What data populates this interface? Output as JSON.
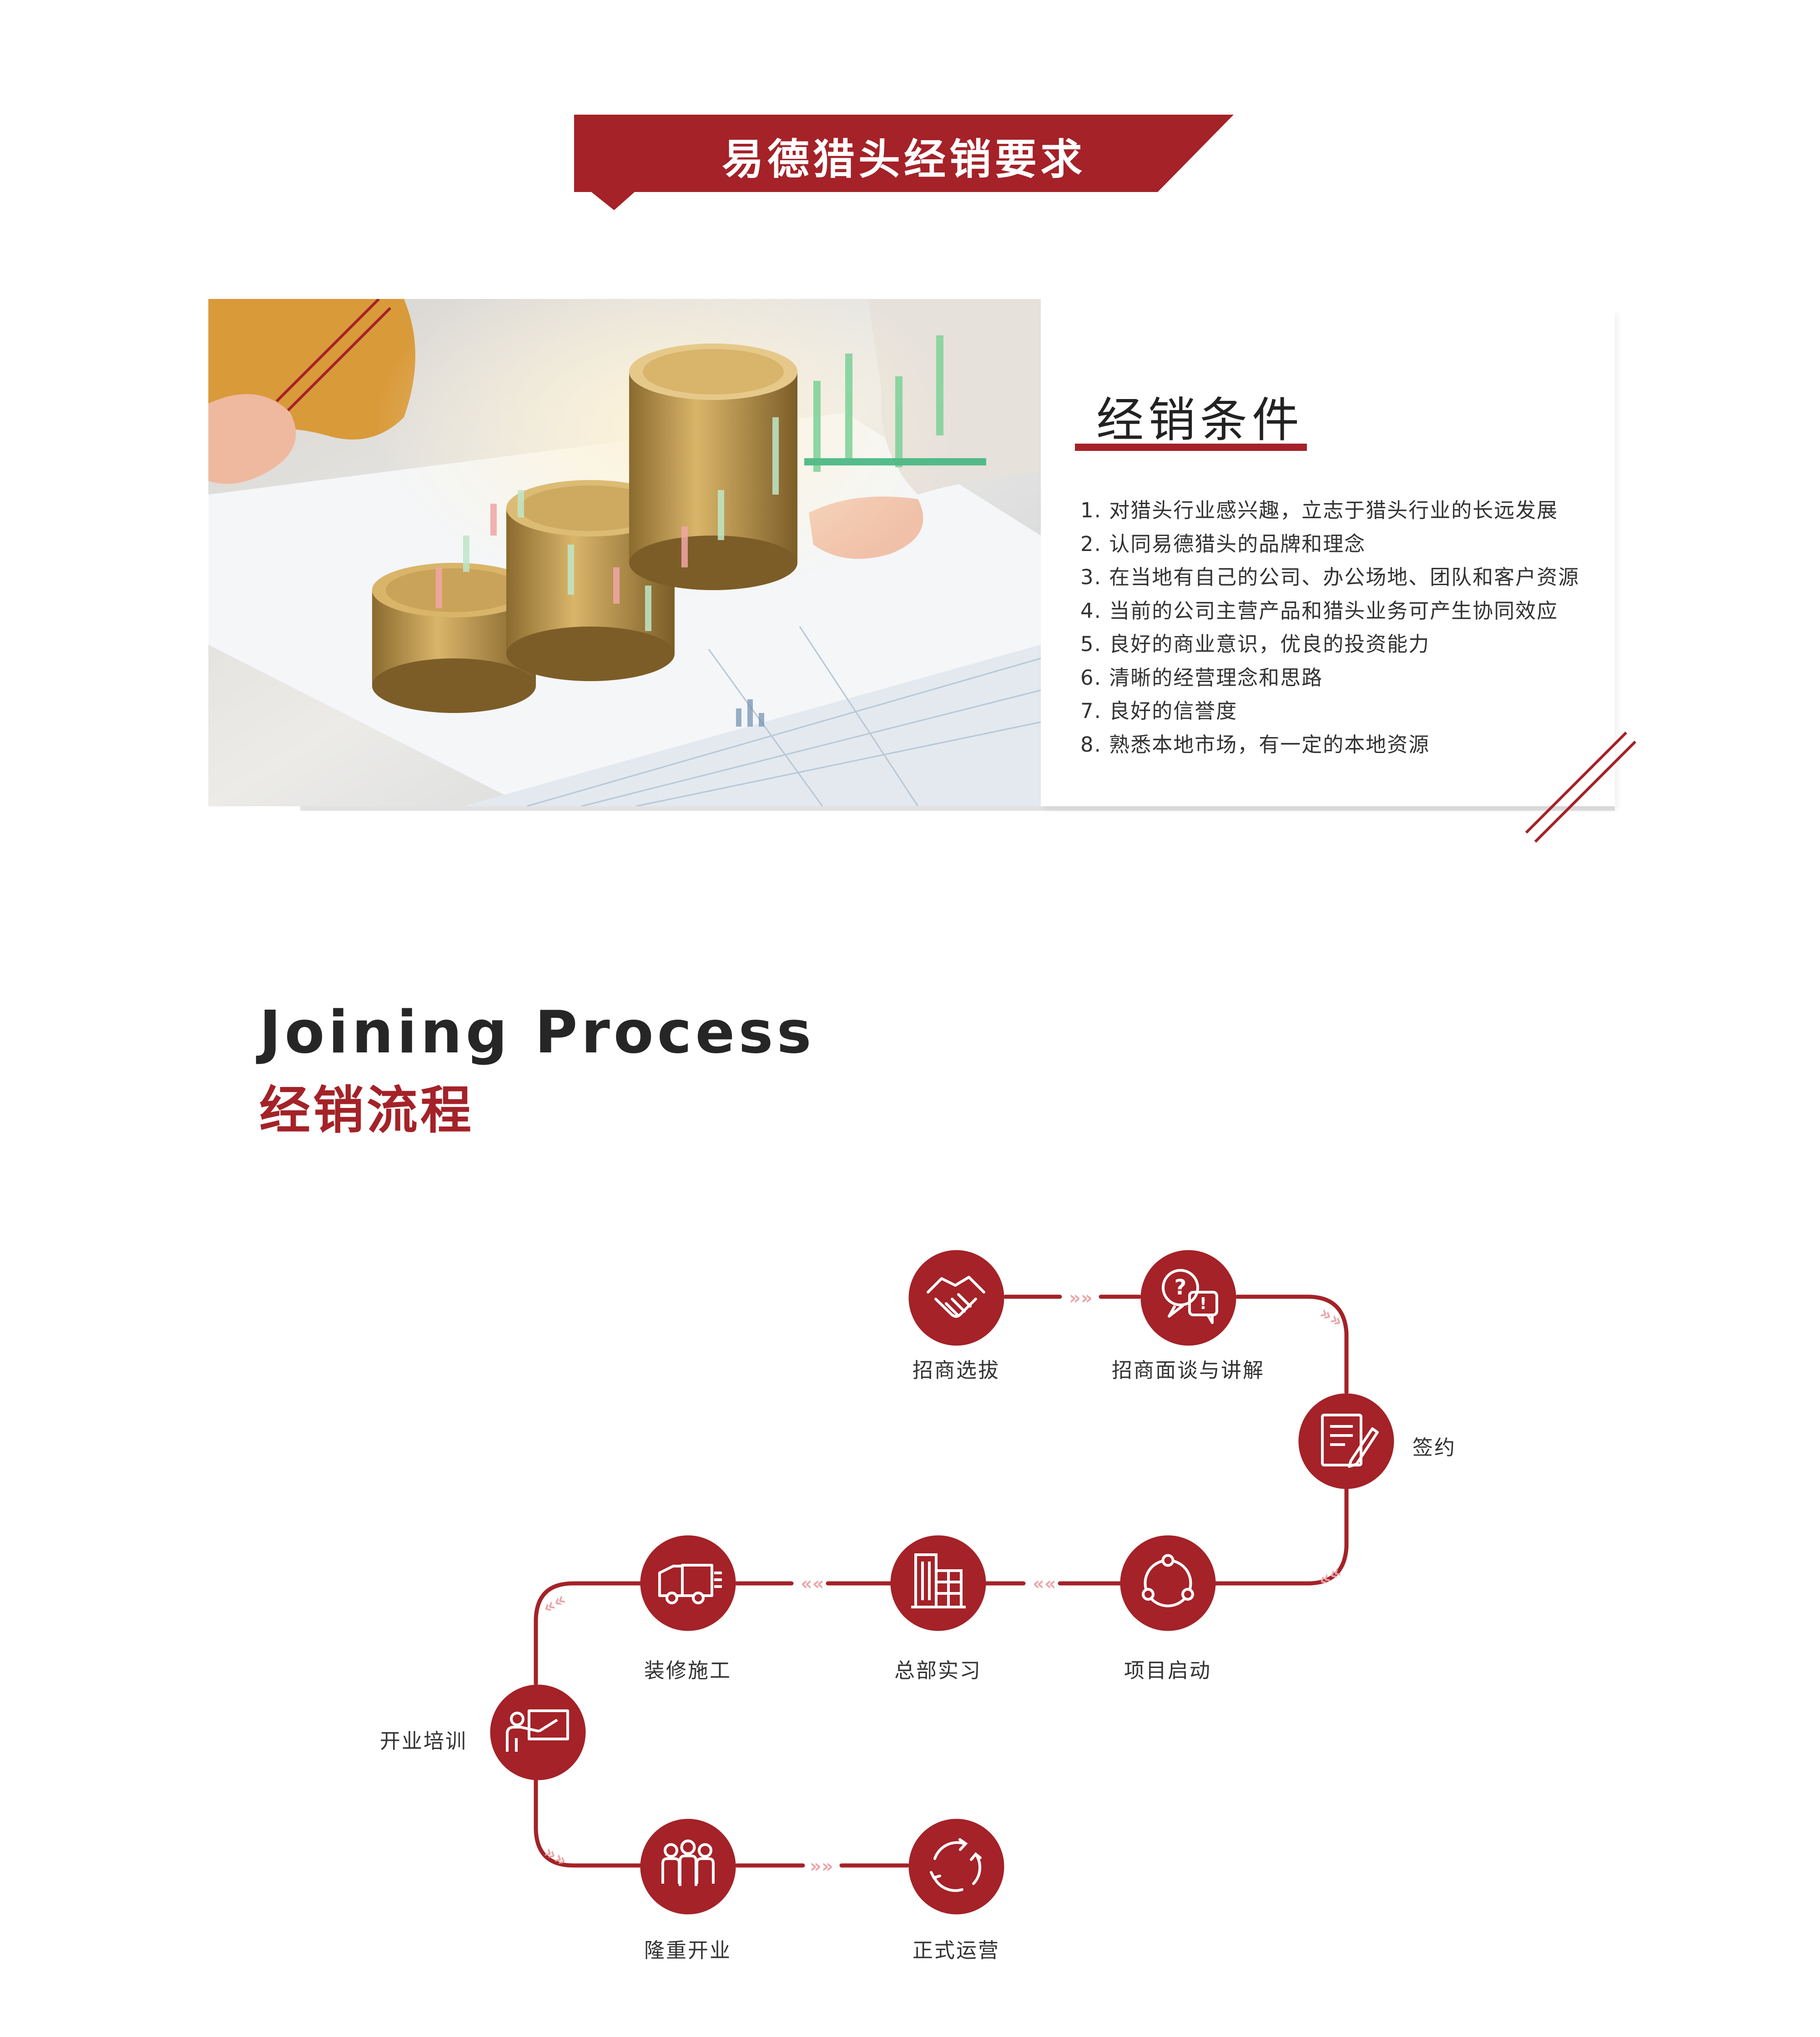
{
  "banner": {
    "title": "易德猎头经销要求"
  },
  "conditions": {
    "title": "经销条件",
    "items": [
      "1. 对猎头行业感兴趣，立志于猎头行业的长远发展",
      "2. 认同易德猎头的品牌和理念",
      "3. 在当地有自己的公司、办公场地、团队和客户资源",
      "4. 当前的公司主营产品和猎头业务可产生协同效应",
      "5. 良好的商业意识，优良的投资能力",
      "6. 清晰的经营理念和思路",
      "7. 良好的信誉度",
      "8. 熟悉本地市场，有一定的本地资源"
    ]
  },
  "process": {
    "title_en": "Joining Process",
    "title_cn": "经销流程",
    "steps": [
      {
        "label": "招商选拔",
        "icon": "handshake-icon"
      },
      {
        "label": "招商面谈与讲解",
        "icon": "chat-question-icon"
      },
      {
        "label": "签约",
        "icon": "contract-sign-icon"
      },
      {
        "label": "项目启动",
        "icon": "project-cycle-icon"
      },
      {
        "label": "总部实习",
        "icon": "headquarters-building-icon"
      },
      {
        "label": "装修施工",
        "icon": "delivery-truck-icon"
      },
      {
        "label": "开业培训",
        "icon": "training-board-icon"
      },
      {
        "label": "隆重开业",
        "icon": "team-people-icon"
      },
      {
        "label": "正式运营",
        "icon": "refresh-cycle-icon"
      }
    ]
  },
  "colors": {
    "brand_red": "#a42228",
    "text_dark": "#262626"
  }
}
